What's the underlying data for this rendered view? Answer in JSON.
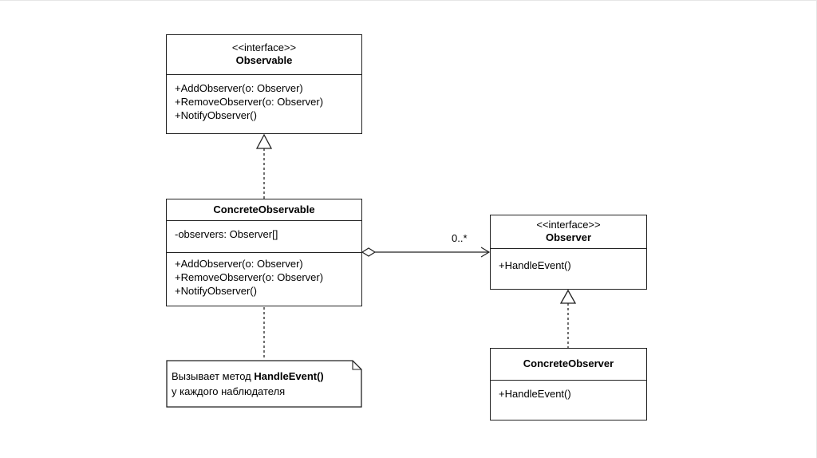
{
  "observable": {
    "stereotype": "<<interface>>",
    "name": "Observable",
    "methods": [
      "+AddObserver(o: Observer)",
      "+RemoveObserver(o: Observer)",
      "+NotifyObserver()"
    ]
  },
  "concrete_observable": {
    "name": "ConcreteObservable",
    "attributes": [
      "-observers: Observer[]"
    ],
    "methods": [
      "+AddObserver(o: Observer)",
      "+RemoveObserver(o: Observer)",
      "+NotifyObserver()"
    ]
  },
  "observer": {
    "stereotype": "<<interface>>",
    "name": "Observer",
    "methods": [
      "+HandleEvent()"
    ]
  },
  "concrete_observer": {
    "name": "ConcreteObserver",
    "methods": [
      "+HandleEvent()"
    ]
  },
  "association": {
    "multiplicity": "0..*"
  },
  "note": {
    "prefix": "Вызывает метод ",
    "method": "HandleEvent()",
    "line2": "у каждого наблюдателя"
  }
}
